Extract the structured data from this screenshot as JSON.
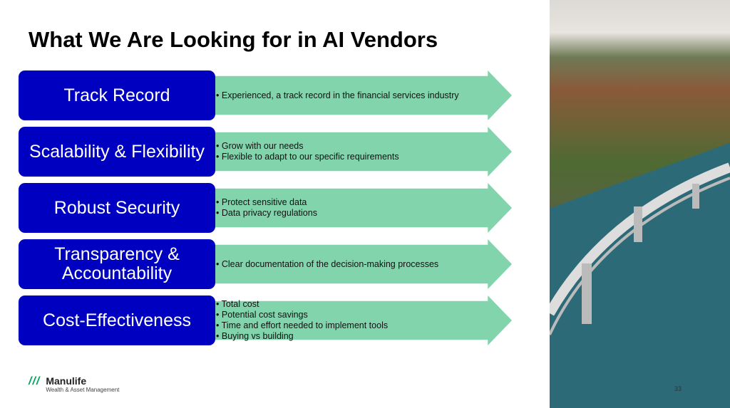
{
  "title": "What We Are Looking for in AI Vendors",
  "rows": [
    {
      "label": "Track Record",
      "bullets": [
        "Experienced, a track record in the financial services industry"
      ]
    },
    {
      "label": "Scalability & Flexibility",
      "bullets": [
        "Grow with our needs",
        "Flexible to adapt to our specific requirements"
      ]
    },
    {
      "label": "Robust Security",
      "bullets": [
        "Protect sensitive data",
        "Data privacy regulations"
      ]
    },
    {
      "label": "Transparency & Accountability",
      "bullets": [
        "Clear documentation of the decision-making processes"
      ]
    },
    {
      "label": "Cost-Effectiveness",
      "bullets": [
        "Total cost",
        "Potential cost savings",
        "Time and effort needed to implement tools",
        "Buying vs building"
      ]
    }
  ],
  "logo": {
    "mark": "///",
    "brand": "Manulife",
    "sub": "Wealth & Asset Management"
  },
  "page_number": "33",
  "colors": {
    "box": "#0000c0",
    "arrow": "#82d4ac",
    "logo": "#00a758"
  }
}
